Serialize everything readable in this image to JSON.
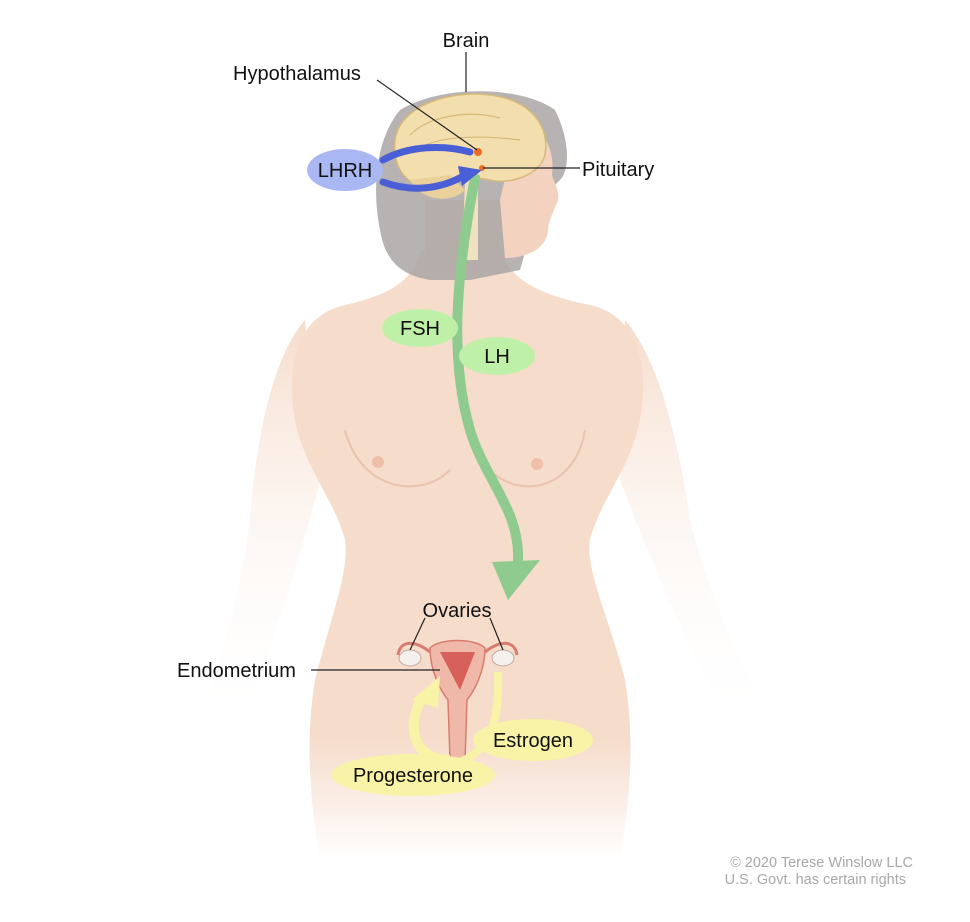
{
  "labels": {
    "brain": "Brain",
    "hypothalamus": "Hypothalamus",
    "pituitary": "Pituitary",
    "lhrh": "LHRH",
    "fsh": "FSH",
    "lh": "LH",
    "ovaries": "Ovaries",
    "endometrium": "Endometrium",
    "estrogen": "Estrogen",
    "progesterone": "Progesterone"
  },
  "copyright": {
    "line1": "© 2020 Terese Winslow LLC",
    "line2": "U.S. Govt. has certain rights"
  },
  "colors": {
    "skin": "#f6dccb",
    "hair": "#a9a6a4",
    "brain": "#f3dfae",
    "lhrh": "#a9b8f2",
    "blue_arrow": "#4a5fd6",
    "green": "#8fcb8f",
    "green_bubble": "#bff0a8",
    "yellow": "#f8f3a6",
    "uterus": "#e27c72"
  }
}
